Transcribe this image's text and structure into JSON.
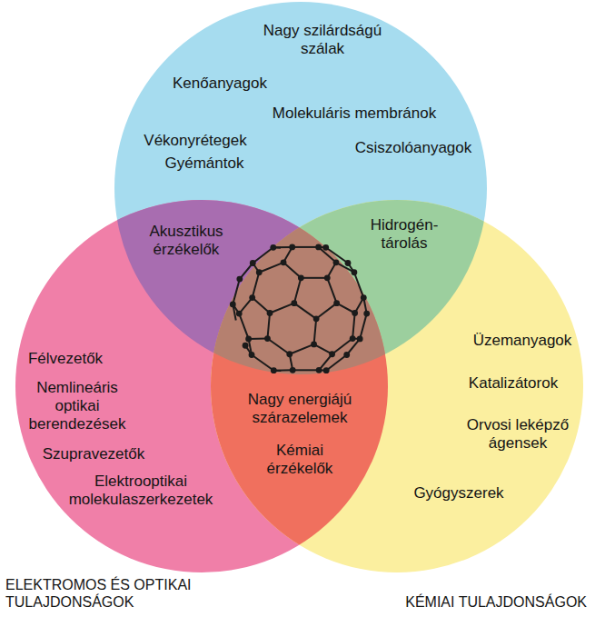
{
  "diagram": {
    "nodes": [
      {
        "text": [
          "Nagy szilárdságú szálak",
          "Kenőanyagok",
          "Molekuláris membránok",
          "Vékonyrétegek",
          "Gyémántok",
          "Csiszolóanyagok"
        ]
      },
      {
        "text": [
          "Félvezetők",
          "Nemlineáris optikai berendezések",
          "Szupravezetők",
          "Elektrooptikai molekulaszerkezetek",
          "ELEKTROMOS ÉS OPTIKAI TULAJDONSÁGOK"
        ]
      },
      {
        "text": [
          "Üzemanyagok",
          "Katalizátorok",
          "Orvosi leképző ágensek",
          "Gyógyszerek",
          "KÉMIAI TULAJDONSÁGOK"
        ]
      }
    ],
    "labels": [
      "Akusztikus érzékelők",
      "Hidrogén- tárolás",
      "Nagy energiájú szárazelemek",
      "Kémiai érzékelők"
    ]
  }
}
